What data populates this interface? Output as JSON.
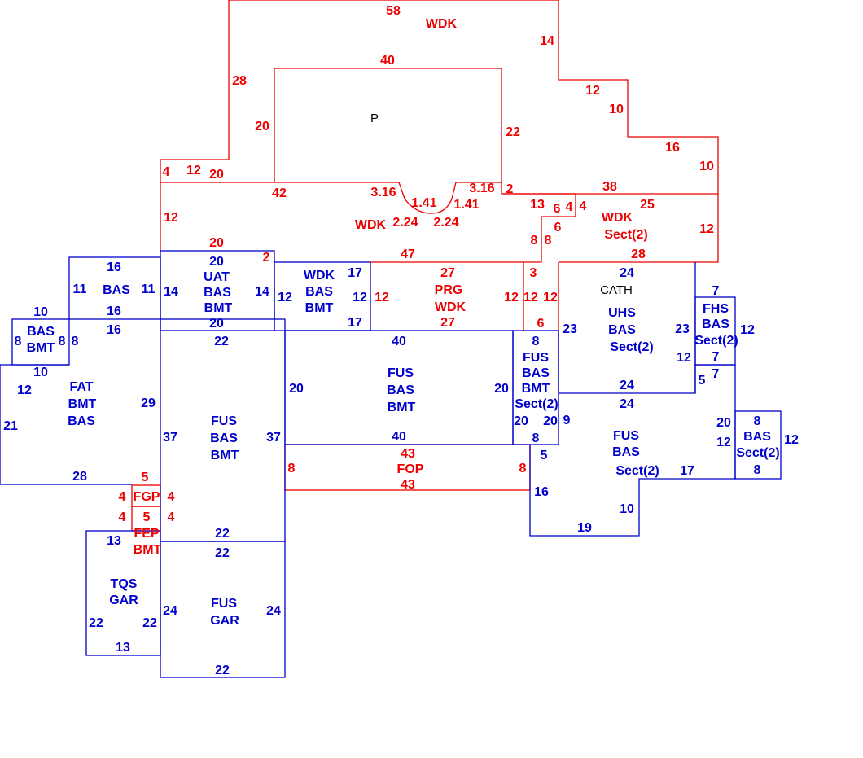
{
  "colors": {
    "red": "#ee0000",
    "blue": "#0000cc",
    "black": "#000000"
  },
  "labels": [
    {
      "t": "58",
      "c": "red"
    },
    {
      "t": "WDK",
      "c": "red"
    },
    {
      "t": "14",
      "c": "red"
    },
    {
      "t": "28",
      "c": "red"
    },
    {
      "t": "40",
      "c": "red"
    },
    {
      "t": "P",
      "c": "black"
    },
    {
      "t": "12",
      "c": "red"
    },
    {
      "t": "10",
      "c": "red"
    },
    {
      "t": "20",
      "c": "red"
    },
    {
      "t": "22",
      "c": "red"
    },
    {
      "t": "16",
      "c": "red"
    },
    {
      "t": "10",
      "c": "red"
    },
    {
      "t": "4",
      "c": "red"
    },
    {
      "t": "12",
      "c": "red"
    },
    {
      "t": "20",
      "c": "red"
    },
    {
      "t": "42",
      "c": "red"
    },
    {
      "t": "3.16",
      "c": "red"
    },
    {
      "t": "3.16",
      "c": "red"
    },
    {
      "t": "2",
      "c": "red"
    },
    {
      "t": "38",
      "c": "red"
    },
    {
      "t": "1.41",
      "c": "red"
    },
    {
      "t": "1.41",
      "c": "red"
    },
    {
      "t": "13",
      "c": "red"
    },
    {
      "t": "6",
      "c": "red"
    },
    {
      "t": "4",
      "c": "red"
    },
    {
      "t": "4",
      "c": "red"
    },
    {
      "t": "25",
      "c": "red"
    },
    {
      "t": "12",
      "c": "red"
    },
    {
      "t": "WDK",
      "c": "red"
    },
    {
      "t": "2.24",
      "c": "red"
    },
    {
      "t": "2.24",
      "c": "red"
    },
    {
      "t": "WDK",
      "c": "red"
    },
    {
      "t": "6",
      "c": "red"
    },
    {
      "t": "Sect(2)",
      "c": "red"
    },
    {
      "t": "12",
      "c": "red"
    },
    {
      "t": "8",
      "c": "red"
    },
    {
      "t": "8",
      "c": "red"
    },
    {
      "t": "20",
      "c": "red"
    },
    {
      "t": "2",
      "c": "red"
    },
    {
      "t": "47",
      "c": "red"
    },
    {
      "t": "28",
      "c": "red"
    },
    {
      "t": "27",
      "c": "red"
    },
    {
      "t": "3",
      "c": "red"
    },
    {
      "t": "PRG",
      "c": "red"
    },
    {
      "t": "12",
      "c": "red"
    },
    {
      "t": "12",
      "c": "red"
    },
    {
      "t": "12",
      "c": "red"
    },
    {
      "t": "12",
      "c": "red"
    },
    {
      "t": "WDK",
      "c": "red"
    },
    {
      "t": "27",
      "c": "red"
    },
    {
      "t": "6",
      "c": "red"
    },
    {
      "t": "43",
      "c": "red"
    },
    {
      "t": "8",
      "c": "red"
    },
    {
      "t": "FOP",
      "c": "red"
    },
    {
      "t": "8",
      "c": "red"
    },
    {
      "t": "43",
      "c": "red"
    },
    {
      "t": "5",
      "c": "red"
    },
    {
      "t": "FGP",
      "c": "red"
    },
    {
      "t": "4",
      "c": "red"
    },
    {
      "t": "4",
      "c": "red"
    },
    {
      "t": "4",
      "c": "red"
    },
    {
      "t": "5",
      "c": "red"
    },
    {
      "t": "4",
      "c": "red"
    },
    {
      "t": "FEP",
      "c": "red"
    },
    {
      "t": "BMT",
      "c": "red"
    },
    {
      "t": "16",
      "c": "blue"
    },
    {
      "t": "11",
      "c": "blue"
    },
    {
      "t": "BAS",
      "c": "blue"
    },
    {
      "t": "11",
      "c": "blue"
    },
    {
      "t": "16",
      "c": "blue"
    },
    {
      "t": "16",
      "c": "blue"
    },
    {
      "t": "20",
      "c": "blue"
    },
    {
      "t": "UAT",
      "c": "blue"
    },
    {
      "t": "14",
      "c": "blue"
    },
    {
      "t": "BAS",
      "c": "blue"
    },
    {
      "t": "14",
      "c": "blue"
    },
    {
      "t": "BMT",
      "c": "blue"
    },
    {
      "t": "20",
      "c": "blue"
    },
    {
      "t": "17",
      "c": "blue"
    },
    {
      "t": "WDK",
      "c": "blue"
    },
    {
      "t": "12",
      "c": "blue"
    },
    {
      "t": "BAS",
      "c": "blue"
    },
    {
      "t": "12",
      "c": "blue"
    },
    {
      "t": "BMT",
      "c": "blue"
    },
    {
      "t": "17",
      "c": "blue"
    },
    {
      "t": "10",
      "c": "blue"
    },
    {
      "t": "BAS",
      "c": "blue"
    },
    {
      "t": "8",
      "c": "blue"
    },
    {
      "t": "8",
      "c": "blue"
    },
    {
      "t": "8",
      "c": "blue"
    },
    {
      "t": "BMT",
      "c": "blue"
    },
    {
      "t": "10",
      "c": "blue"
    },
    {
      "t": "22",
      "c": "blue"
    },
    {
      "t": "12",
      "c": "blue"
    },
    {
      "t": "FAT",
      "c": "blue"
    },
    {
      "t": "BMT",
      "c": "blue"
    },
    {
      "t": "BAS",
      "c": "blue"
    },
    {
      "t": "29",
      "c": "blue"
    },
    {
      "t": "21",
      "c": "blue"
    },
    {
      "t": "28",
      "c": "blue"
    },
    {
      "t": "37",
      "c": "blue"
    },
    {
      "t": "FUS",
      "c": "blue"
    },
    {
      "t": "BAS",
      "c": "blue"
    },
    {
      "t": "BMT",
      "c": "blue"
    },
    {
      "t": "37",
      "c": "blue"
    },
    {
      "t": "40",
      "c": "blue"
    },
    {
      "t": "FUS",
      "c": "blue"
    },
    {
      "t": "20",
      "c": "blue"
    },
    {
      "t": "BAS",
      "c": "blue"
    },
    {
      "t": "20",
      "c": "blue"
    },
    {
      "t": "BMT",
      "c": "blue"
    },
    {
      "t": "40",
      "c": "blue"
    },
    {
      "t": "8",
      "c": "blue"
    },
    {
      "t": "FUS",
      "c": "blue"
    },
    {
      "t": "BAS",
      "c": "blue"
    },
    {
      "t": "20",
      "c": "blue"
    },
    {
      "t": "20",
      "c": "blue"
    },
    {
      "t": "BMT",
      "c": "blue"
    },
    {
      "t": "Sect(2)",
      "c": "blue"
    },
    {
      "t": "9",
      "c": "blue"
    },
    {
      "t": "8",
      "c": "blue"
    },
    {
      "t": "24",
      "c": "blue"
    },
    {
      "t": "CATH",
      "c": "black"
    },
    {
      "t": "UHS",
      "c": "blue"
    },
    {
      "t": "23",
      "c": "blue"
    },
    {
      "t": "BAS",
      "c": "blue"
    },
    {
      "t": "23",
      "c": "blue"
    },
    {
      "t": "Sect(2)",
      "c": "blue"
    },
    {
      "t": "24",
      "c": "blue"
    },
    {
      "t": "7",
      "c": "blue"
    },
    {
      "t": "FHS",
      "c": "blue"
    },
    {
      "t": "12",
      "c": "blue"
    },
    {
      "t": "12",
      "c": "blue"
    },
    {
      "t": "BAS",
      "c": "blue"
    },
    {
      "t": "Sect(2)",
      "c": "blue"
    },
    {
      "t": "7",
      "c": "blue"
    },
    {
      "t": "7",
      "c": "blue"
    },
    {
      "t": "5",
      "c": "blue"
    },
    {
      "t": "24",
      "c": "blue"
    },
    {
      "t": "20",
      "c": "blue"
    },
    {
      "t": "8",
      "c": "blue"
    },
    {
      "t": "FUS",
      "c": "blue"
    },
    {
      "t": "BAS",
      "c": "blue"
    },
    {
      "t": "12",
      "c": "blue"
    },
    {
      "t": "12",
      "c": "blue"
    },
    {
      "t": "BAS",
      "c": "blue"
    },
    {
      "t": "Sect(2)",
      "c": "blue"
    },
    {
      "t": "Sect(2)",
      "c": "blue"
    },
    {
      "t": "17",
      "c": "blue"
    },
    {
      "t": "8",
      "c": "blue"
    },
    {
      "t": "5",
      "c": "blue"
    },
    {
      "t": "16",
      "c": "blue"
    },
    {
      "t": "10",
      "c": "blue"
    },
    {
      "t": "19",
      "c": "blue"
    },
    {
      "t": "13",
      "c": "blue"
    },
    {
      "t": "22",
      "c": "blue"
    },
    {
      "t": "22",
      "c": "blue"
    },
    {
      "t": "22",
      "c": "blue"
    },
    {
      "t": "TQS",
      "c": "blue"
    },
    {
      "t": "22",
      "c": "blue"
    },
    {
      "t": "GAR",
      "c": "blue"
    },
    {
      "t": "24",
      "c": "blue"
    },
    {
      "t": "FUS",
      "c": "blue"
    },
    {
      "t": "24",
      "c": "blue"
    },
    {
      "t": "GAR",
      "c": "blue"
    },
    {
      "t": "13",
      "c": "blue"
    },
    {
      "t": "22",
      "c": "blue"
    }
  ]
}
